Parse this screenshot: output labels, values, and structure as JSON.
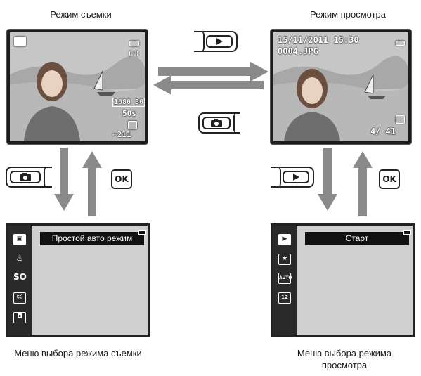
{
  "captions": {
    "shooting_mode": "Режим съемки",
    "playback_mode": "Режим просмотра",
    "shooting_menu": "Меню выбора режима съемки",
    "playback_menu": "Меню выбора режима просмотра"
  },
  "shooting_screen": {
    "icons": [
      "scene-auto-icon",
      "battery-icon",
      "shake-reduction-icon",
      "vr-icon"
    ],
    "movie_size": "1080 30",
    "movie_time": "50s",
    "image_mode_icon": "image-size-icon",
    "remaining_shots": "211"
  },
  "playback_screen": {
    "date_time": "15/11/2011 15:30",
    "file_name": "0004.JPG",
    "frame_counter": "4/ 41"
  },
  "buttons": {
    "playback_button_icon": "play-triangle-icon",
    "shooting_button_icon": "camera-icon",
    "ok_label": "OK"
  },
  "shooting_menu_screen": {
    "title": "Простой авто режим",
    "items": [
      "scene-auto-icon",
      "scene-icon",
      "SO",
      "smart-portrait-icon",
      "camera-icon"
    ]
  },
  "playback_menu_screen": {
    "title": "Старт",
    "items": [
      "play-icon",
      "favorites-icon",
      "auto-sort-icon",
      "list-by-date-icon"
    ]
  }
}
